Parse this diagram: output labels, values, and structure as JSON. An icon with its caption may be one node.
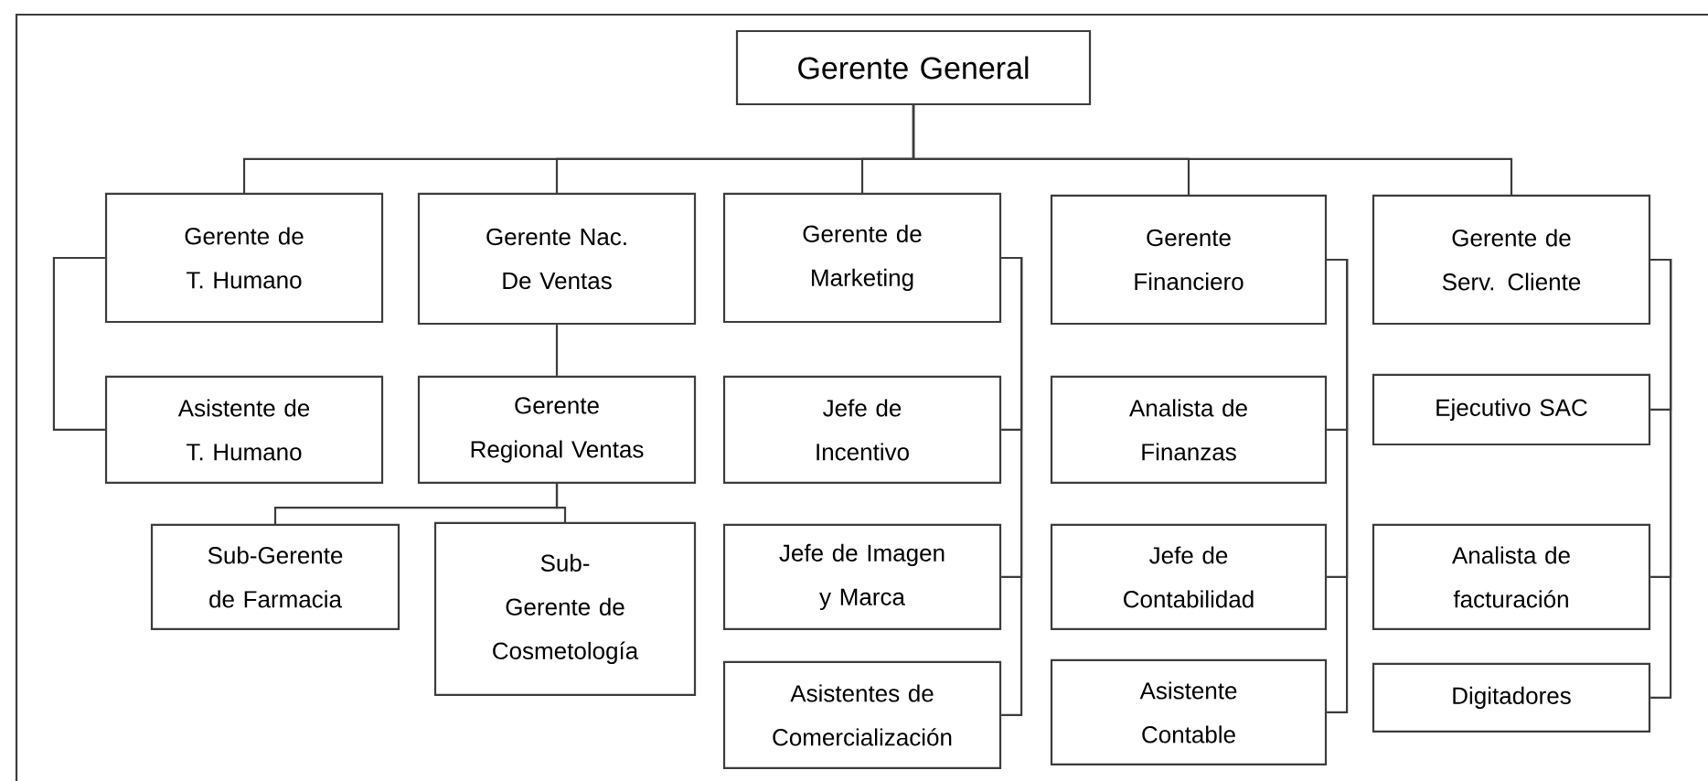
{
  "diagram": {
    "nodes": [
      {
        "text": [
          "Gerente General"
        ]
      },
      {
        "text": [
          "Gerente de T. Humano"
        ]
      },
      {
        "text": [
          "Gerente Nac. De Ventas"
        ]
      },
      {
        "text": [
          "Gerente de Marketing"
        ]
      },
      {
        "text": [
          "Gerente Financiero"
        ]
      },
      {
        "text": [
          "Gerente de Serv. Cliente"
        ]
      },
      {
        "text": [
          "Asistente de T. Humano"
        ]
      },
      {
        "text": [
          "Gerente Regional Ventas"
        ]
      },
      {
        "text": [
          "Jefe de Incentivo"
        ]
      },
      {
        "text": [
          "Analista de Finanzas"
        ]
      },
      {
        "text": [
          "Ejecutivo SAC"
        ]
      },
      {
        "text": [
          "Sub-Gerente de Farmacia"
        ]
      },
      {
        "text": [
          "Sub-Gerente de Cosmetología"
        ]
      },
      {
        "text": [
          "Jefe de Imagen y Marca"
        ]
      },
      {
        "text": [
          "Jefe de Contabilidad"
        ]
      },
      {
        "text": [
          "Analista de facturación"
        ]
      },
      {
        "text": [
          "Asistentes de Comercialización"
        ]
      },
      {
        "text": [
          "Asistente Contable"
        ]
      },
      {
        "text": [
          "Digitadores"
        ]
      }
    ],
    "edges": [
      {
        "from": 0,
        "to": 1,
        "arrow": "none"
      },
      {
        "from": 0,
        "to": 2,
        "arrow": "none"
      },
      {
        "from": 0,
        "to": 3,
        "arrow": "none"
      },
      {
        "from": 0,
        "to": 4,
        "arrow": "none"
      },
      {
        "from": 0,
        "to": 5,
        "arrow": "none"
      },
      {
        "from": 1,
        "to": 6,
        "arrow": "none"
      },
      {
        "from": 2,
        "to": 7,
        "arrow": "none"
      },
      {
        "from": 7,
        "to": 11,
        "arrow": "none"
      },
      {
        "from": 7,
        "to": 12,
        "arrow": "none"
      },
      {
        "from": 3,
        "to": 8,
        "arrow": "none"
      },
      {
        "from": 3,
        "to": 13,
        "arrow": "none"
      },
      {
        "from": 3,
        "to": 16,
        "arrow": "none"
      },
      {
        "from": 4,
        "to": 9,
        "arrow": "none"
      },
      {
        "from": 4,
        "to": 14,
        "arrow": "none"
      },
      {
        "from": 4,
        "to": 17,
        "arrow": "none"
      },
      {
        "from": 5,
        "to": 10,
        "arrow": "none"
      },
      {
        "from": 5,
        "to": 15,
        "arrow": "none"
      },
      {
        "from": 5,
        "to": 18,
        "arrow": "none"
      }
    ]
  }
}
